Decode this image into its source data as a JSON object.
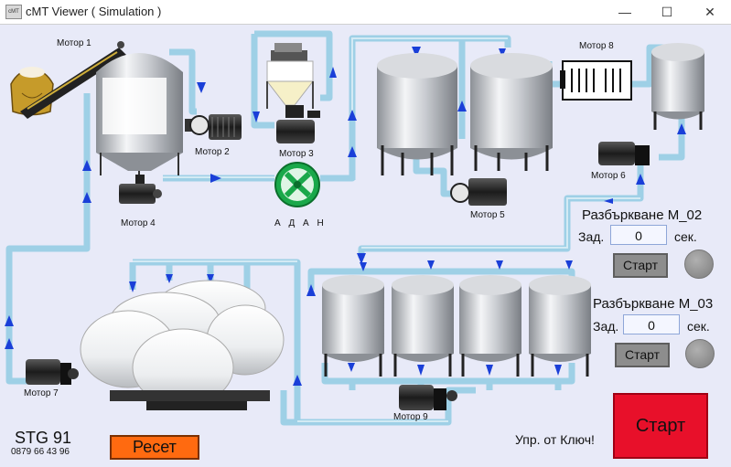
{
  "window": {
    "title": "cMT Viewer ( Simulation )",
    "app_icon_text": "cMT",
    "minimize_glyph": "—",
    "maximize_glyph": "☐",
    "close_glyph": "✕"
  },
  "motors": {
    "m1": "Мотор 1",
    "m2": "Мотор 2",
    "m3": "Мотор 3",
    "m4": "Мотор 4",
    "m5": "Мотор 5",
    "m6": "Мотор 6",
    "m7": "Мотор 7",
    "m8": "Мотор 8",
    "m9": "Мотор 9"
  },
  "fan_label": "А Д А Н",
  "mix_m02": {
    "title": "Разбъркване М_02",
    "zad_label": "Зад.",
    "value": "0",
    "unit": "сек.",
    "start_label": "Старт"
  },
  "mix_m03": {
    "title": "Разбъркване М_03",
    "zad_label": "Зад.",
    "value": "0",
    "unit": "сек.",
    "start_label": "Старт"
  },
  "footer": {
    "brand": "STG 91",
    "phone": "0879 66 43 96",
    "reset_label": "Ресет",
    "key_text": "Упр. от Ключ!",
    "start_label": "Старт"
  },
  "colors": {
    "pipe": "#9ed0e6",
    "flow_arrow": "#1a3fd8",
    "start_button": "#e8102a",
    "reset_button": "#ff6a10",
    "lamp_off": "#8a8a8a",
    "fan": "#1aa84a"
  }
}
